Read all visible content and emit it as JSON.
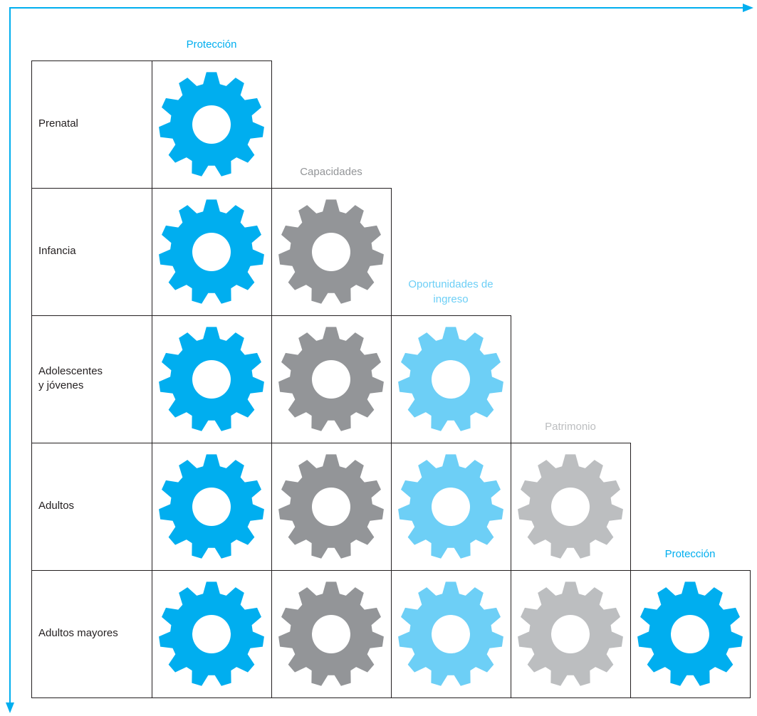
{
  "colors": {
    "protection": "#00aeef",
    "capacities": "#939598",
    "income": "#6dcff6",
    "patrimony": "#bcbec0",
    "axis": "#00aeef",
    "border": "#231f20"
  },
  "rows": [
    {
      "id": "prenatal",
      "label": "Prenatal"
    },
    {
      "id": "infancia",
      "label": "Infancia"
    },
    {
      "id": "adolescentes",
      "label": "Adolescentes\ny jóvenes"
    },
    {
      "id": "adultos",
      "label": "Adultos"
    },
    {
      "id": "adultos-mayores",
      "label": "Adultos mayores"
    }
  ],
  "columns": [
    {
      "id": "proteccion",
      "label": "Protección",
      "color": "#00aeef",
      "starts_at_row": 0
    },
    {
      "id": "capacidades",
      "label": "Capacidades",
      "color": "#939598",
      "starts_at_row": 1
    },
    {
      "id": "oportunidades",
      "label": "Oportunidades de\ningreso",
      "color": "#6dcff6",
      "starts_at_row": 2
    },
    {
      "id": "patrimonio",
      "label": "Patrimonio",
      "color": "#bcbec0",
      "starts_at_row": 3
    },
    {
      "id": "proteccion-final",
      "label": "Protección",
      "color": "#00aeef",
      "starts_at_row": 4
    }
  ],
  "icons": {
    "cell_icon": "gear-icon",
    "axis_right": "arrow-right-icon",
    "axis_down": "arrow-down-icon"
  }
}
